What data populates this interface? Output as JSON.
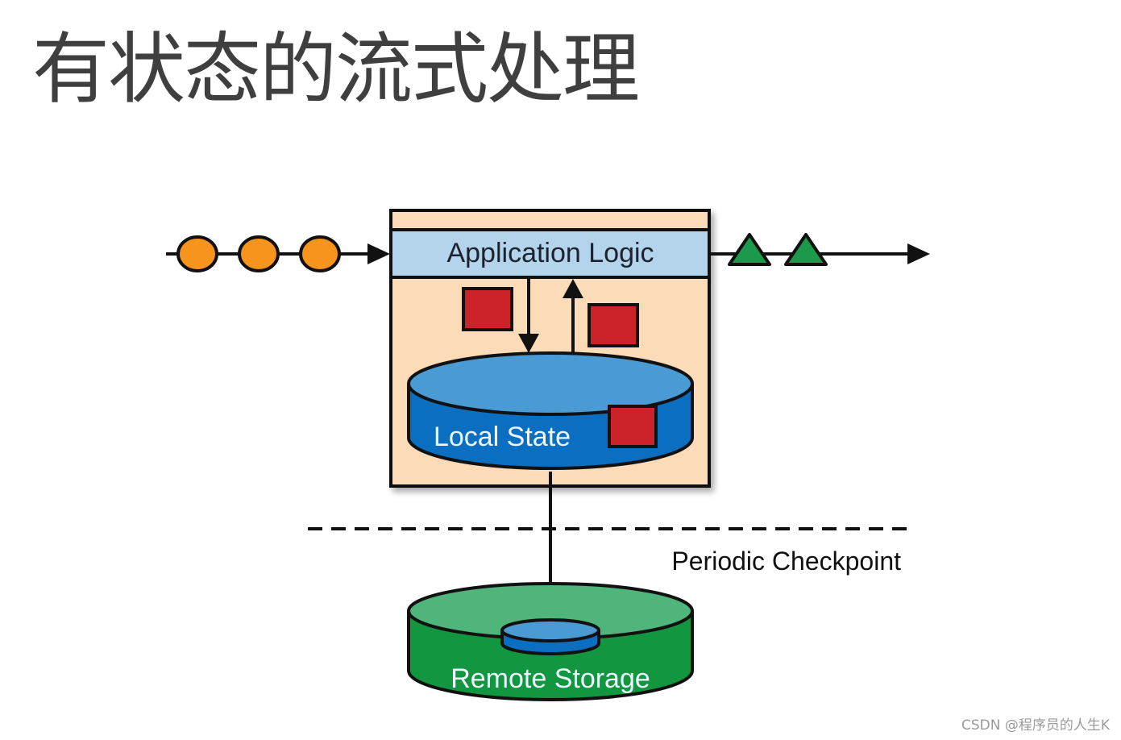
{
  "title": "有状态的流式处理",
  "diagram": {
    "app_logic_label": "Application Logic",
    "local_state_label": "Local State",
    "checkpoint_label": "Periodic Checkpoint",
    "remote_storage_label": "Remote Storage",
    "input_events": {
      "count": 3,
      "shape": "circle",
      "color": "#f7941d"
    },
    "output_events": {
      "count": 2,
      "shape": "triangle",
      "color": "#1a9a4a"
    },
    "state_items_color": "#cc2229",
    "colors": {
      "operator_bg": "#fcdcb8",
      "app_logic_bg": "#b3d4ea",
      "local_state_top": "#4a9ad4",
      "local_state_side": "#0a6fc0",
      "remote_top": "#4fb57a",
      "remote_side": "#12963f",
      "stroke": "#111111",
      "label_dark": "#1c2230",
      "label_light": "#eef6ff"
    }
  },
  "watermark": "CSDN @程序员的人生K"
}
